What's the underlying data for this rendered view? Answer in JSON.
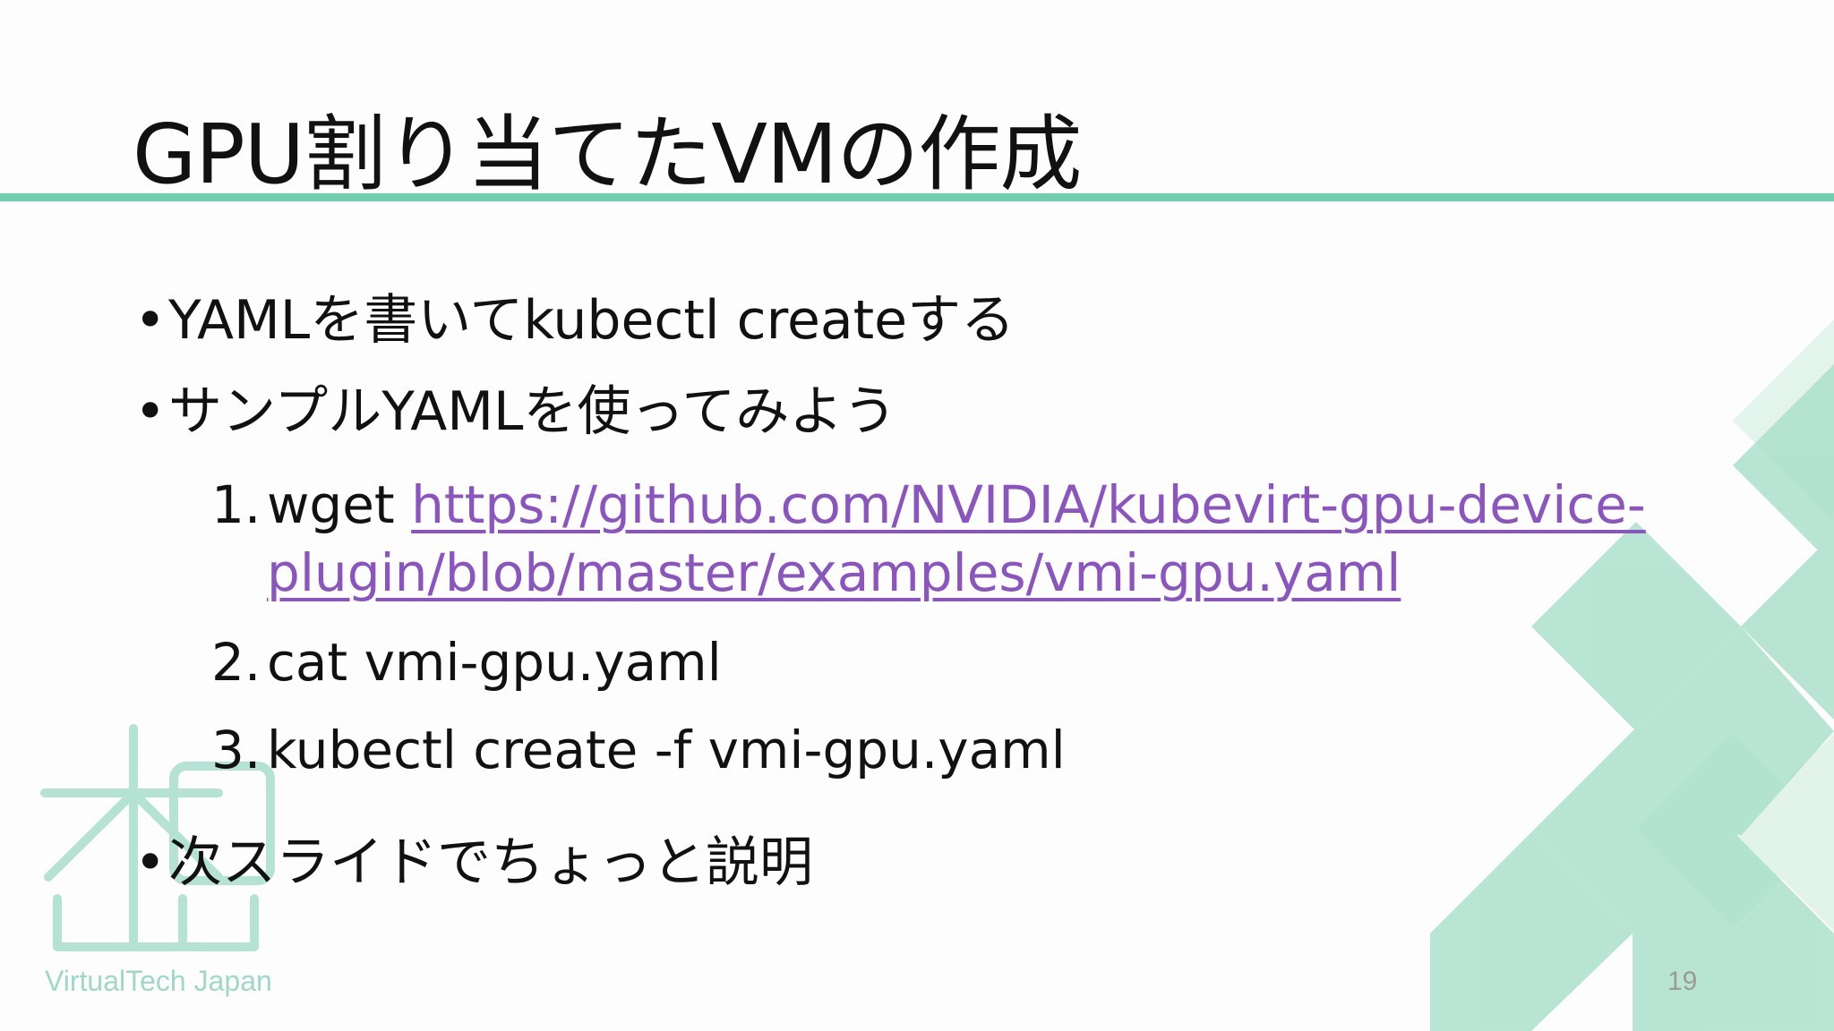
{
  "slide": {
    "title": "GPU割り当てたVMの作成",
    "bullets": [
      "YAMLを書いてkubectl createする",
      "サンプルYAMLを使ってみよう",
      "次スライドでちょっと説明"
    ],
    "bullet_marker": "•",
    "steps": [
      {
        "number": "1.",
        "prefix": "wget ",
        "link_line1": "https://github.com/NVIDIA/kubevirt-gpu-device-",
        "link_line2": "plugin/blob/master/examples/vmi-gpu.yaml"
      },
      {
        "number": "2.",
        "text": "cat vmi-gpu.yaml"
      },
      {
        "number": "3.",
        "text": "kubectl create -f vmi-gpu.yaml"
      }
    ],
    "page_number": "19",
    "brand": "VirtualTech Japan"
  },
  "colors": {
    "accent": "#6fcfac",
    "link": "#8a55be",
    "diamond_dark": "#9fdcc4",
    "diamond_light": "#d7f0e6",
    "logo": "#b5e3d3"
  },
  "icons": [
    "logo-mark-icon",
    "diamond-pattern-icon"
  ]
}
